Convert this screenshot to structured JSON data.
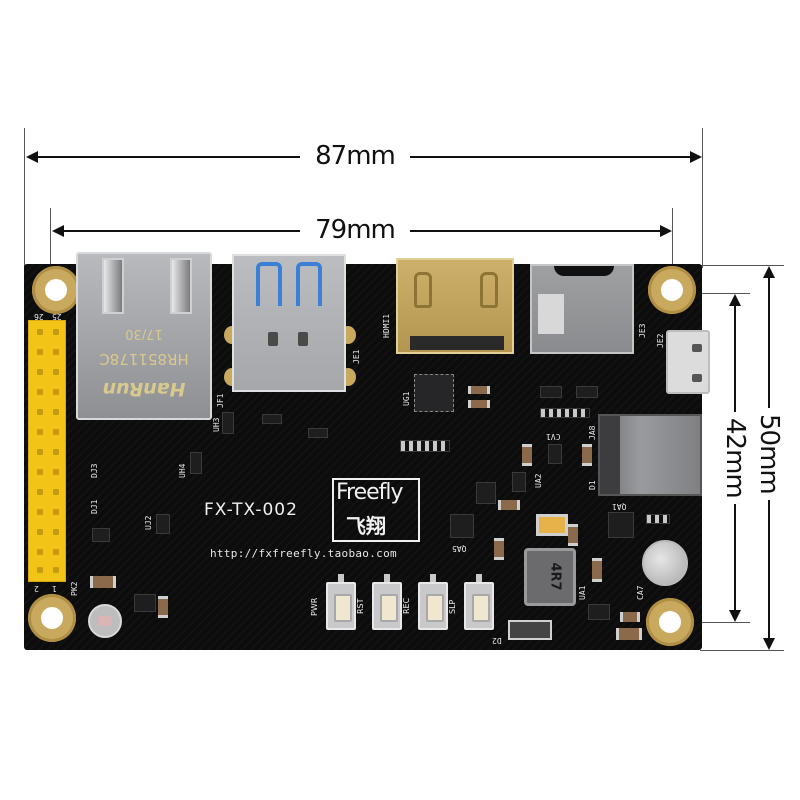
{
  "image": {
    "subject": "FX-TX-002 development board with dimension annotations",
    "background": "#ffffff",
    "pcb_color": "#0c0c0c"
  },
  "dimensions": {
    "overall_width": "87mm",
    "hole_spacing_width": "79mm",
    "overall_height": "50mm",
    "hole_spacing_height": "42mm"
  },
  "board": {
    "model": "FX-TX-002",
    "brand_en": "Freefly",
    "brand_cn": "飞翔",
    "url": "http://fxfreefly.taobao.com"
  },
  "connectors": {
    "rj45": {
      "brand": "HanRun",
      "part": "HR851178C",
      "date": "17/30",
      "ref": "JF1"
    },
    "usb3": {
      "ref": "JE1"
    },
    "hdmi": {
      "ref": "HDMI1"
    },
    "sd_card": {
      "ref": "JE3"
    },
    "micro_usb": {
      "ref": "JE2"
    },
    "dc_jack": {
      "ref": "JA8"
    },
    "header": {
      "ref": "PK2",
      "pin_top_left": "26",
      "pin_top_right": "25",
      "pin_bottom_left": "2",
      "pin_bottom_right": "1"
    }
  },
  "buttons": [
    {
      "label": "PWR"
    },
    {
      "label": "RST"
    },
    {
      "label": "REC"
    },
    {
      "label": "SLP"
    }
  ],
  "silkscreen": {
    "ug1": "UG1",
    "uh3": "UH3",
    "uh4": "UH4",
    "uj2": "UJ2",
    "dj1": "DJ1",
    "dj3": "DJ3",
    "ua2": "UA2",
    "ua1": "UA1",
    "ca7": "CA7",
    "cv1": "CV1",
    "qa1": "QA1",
    "qa5": "QA5",
    "d1": "D1",
    "d2": "D2",
    "inductor": "4R7"
  }
}
